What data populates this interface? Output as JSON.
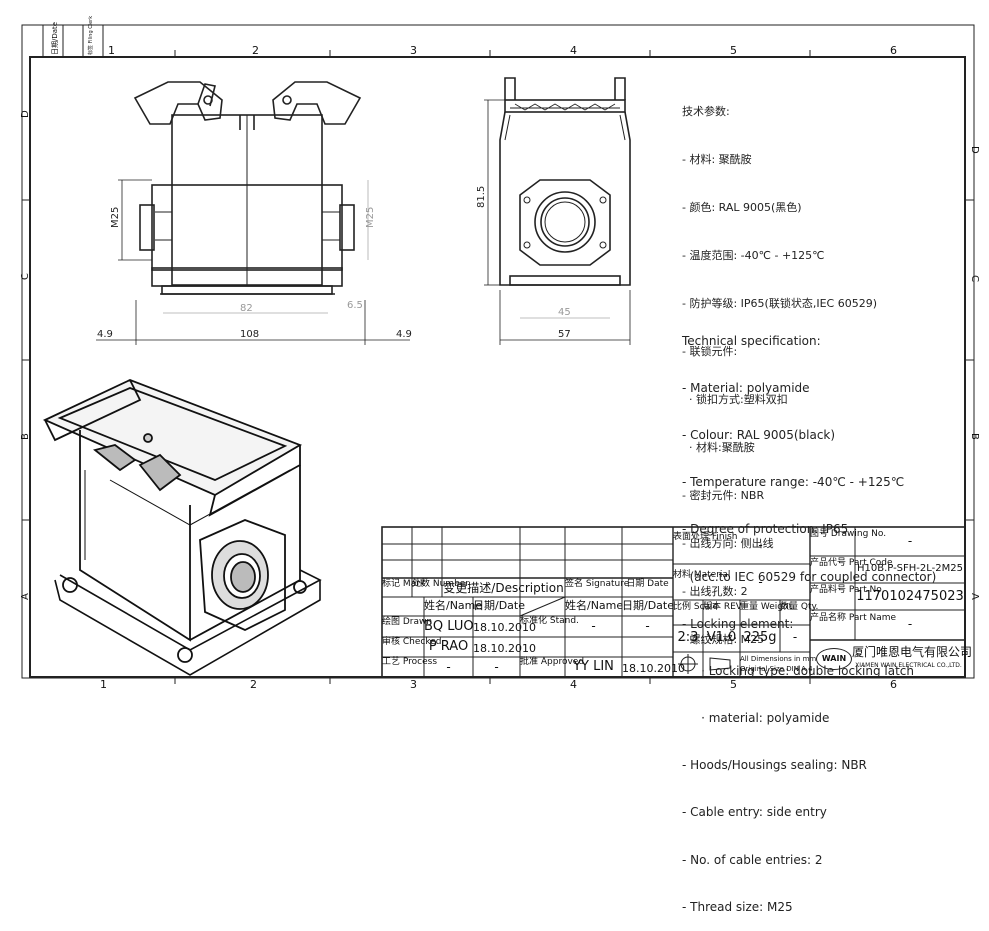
{
  "frame": {
    "columns": [
      "1",
      "2",
      "3",
      "4",
      "5",
      "6"
    ],
    "rows": [
      "D",
      "C",
      "B",
      "A"
    ],
    "corner_labels": [
      "日期/Date",
      "标签 Filing Clerk"
    ]
  },
  "dimensions": {
    "m25_left": "M25",
    "m25_right": "M25",
    "d82": "82",
    "d6_5": "6.5",
    "d4_9_left": "4.9",
    "d108": "108",
    "d4_9_right": "4.9",
    "d81_5": "81.5",
    "d45": "45",
    "d57": "57"
  },
  "spec_cn": {
    "title": "技术参数:",
    "lines": [
      "- 材料: 聚酰胺",
      "- 颜色: RAL 9005(黑色)",
      "- 温度范围: -40℃ - +125℃",
      "- 防护等级: IP65(联锁状态,IEC 60529)",
      "- 联锁元件:",
      "  · 锁扣方式:塑料双扣",
      "  · 材料:聚酰胺",
      "- 密封元件: NBR",
      "- 出线方向: 侧出线",
      "- 出线孔数: 2",
      "- 螺纹规格: M25"
    ]
  },
  "spec_en": {
    "title": "Technical specification:",
    "lines": [
      "- Material: polyamide",
      "- Colour: RAL 9005(black)",
      "- Temperature range: -40℃ - +125℃",
      "- Degree of protection: IP65",
      "  (acc.to IEC 60529 for coupled connector)",
      "- Locking element:",
      "     · Locking type: double locking latch",
      "     · material: polyamide",
      "- Hoods/Housings sealing: NBR",
      "- Cable entry: side entry",
      "- No. of cable entries: 2",
      "- Thread size: M25"
    ]
  },
  "title_block": {
    "mark": "标记 Mark",
    "number": "处数 Number",
    "description": "变更描述/Description",
    "signature": "签名 Signature",
    "date_h": "日期 Date",
    "name_h": "姓名/Name",
    "date_h2": "日期/Date",
    "stand": "标准化 Stand.",
    "name_h3": "姓名/Name",
    "date_h3": "日期/Date",
    "drawn": "绘图 Drawn",
    "drawn_name": "BQ LUO",
    "drawn_date": "18.10.2010",
    "checked": "审核 Checked",
    "checked_name": "P RAO",
    "checked_date": "18.10.2010",
    "process": "工艺 Process",
    "approved": "批准 Approved",
    "approved_name": "YY LIN",
    "approved_date": "18.10.2010",
    "dash": "-",
    "finish": "表面处理 Finish",
    "finish_val": "-",
    "material": "材料 Material",
    "material_val": "-",
    "scale": "比例 Scale",
    "scale_val": "2:3",
    "rev": "版本 REV.",
    "rev_val": "V1.0",
    "weight": "重量 Weight",
    "weight_val": "225g",
    "qty": "数量 Qty.",
    "qty_val": "-",
    "dims_note1": "All Dimensions in mm",
    "dims_note2": "Original Size DIN A 4",
    "drawing_no": "图号 Drawing No.",
    "drawing_no_val": "-",
    "part_code": "产品代号 Part Code",
    "part_code_val": "H10B.P-SFH-2L-2M25",
    "part_no": "产品料号 Part No.",
    "part_no_val": "1170102475023",
    "part_name": "产品名称 Part Name",
    "part_name_val": "-",
    "logo_text": "WAIN",
    "company_cn": "厦门唯恩电气有限公司",
    "company_en": "XIAMEN WAIN ELECTRICAL CO.,LTD."
  }
}
